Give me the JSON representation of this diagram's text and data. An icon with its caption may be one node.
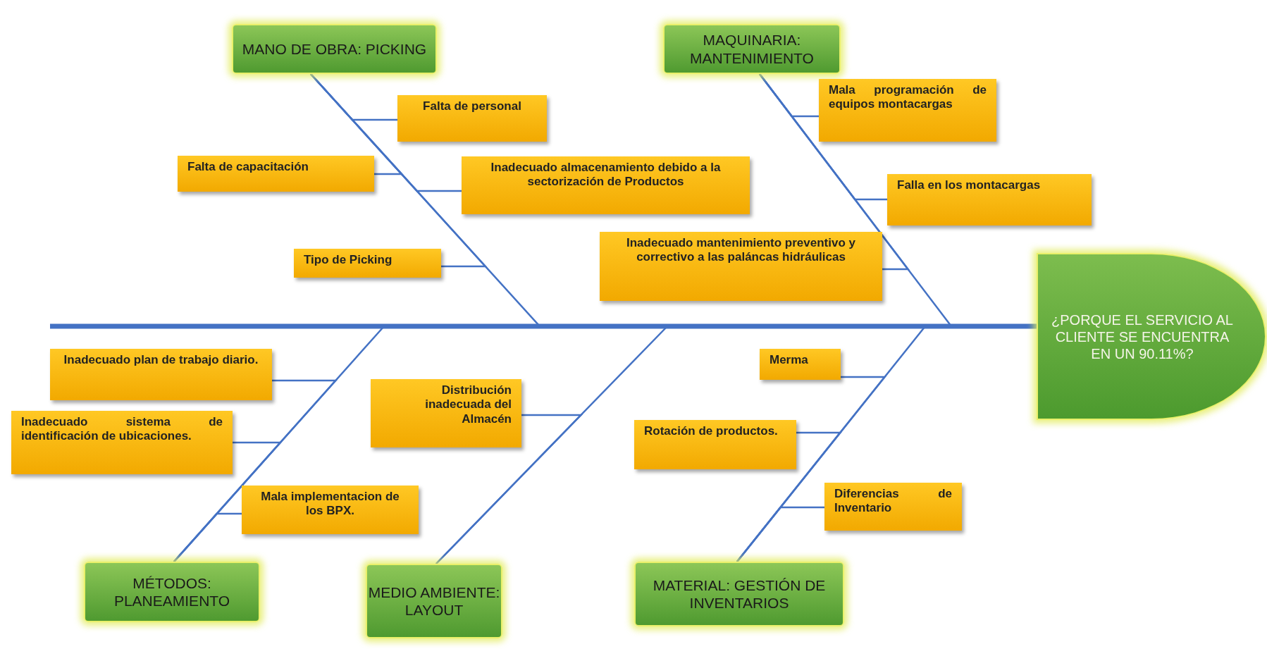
{
  "diagram": {
    "nodes": [
      {
        "text": [
          "MANO DE OBRA: PICKING"
        ]
      },
      {
        "text": [
          "Falta de personal"
        ]
      },
      {
        "text": [
          "Falta de capacitación"
        ]
      },
      {
        "text": [
          "Inadecuado almacenamiento debido a la sectorización de Productos"
        ]
      },
      {
        "text": [
          "Tipo de Picking"
        ]
      },
      {
        "text": [
          "MAQUINARIA: MANTENIMIENTO"
        ]
      },
      {
        "text": [
          "Mala programación de equipos montacargas"
        ]
      },
      {
        "text": [
          "Falla en los montacargas"
        ]
      },
      {
        "text": [
          "Inadecuado mantenimiento preventivo y correctivo a las paláncas hidráulicas"
        ]
      },
      {
        "text": [
          "¿PORQUE EL SERVICIO AL CLIENTE SE ENCUENTRA EN UN 90.11%?"
        ]
      },
      {
        "text": [
          "Inadecuado plan de trabajo diario."
        ]
      },
      {
        "text": [
          "Inadecuado sistema de identificación de ubicaciones."
        ]
      },
      {
        "text": [
          "Mala implementacion de los BPX."
        ]
      },
      {
        "text": [
          "MÉTODOS: PLANEAMIENTO"
        ]
      },
      {
        "text": [
          "Distribución inadecuada del Almacén"
        ]
      },
      {
        "text": [
          "MEDIO AMBIENTE: LAYOUT"
        ]
      },
      {
        "text": [
          "Merma"
        ]
      },
      {
        "text": [
          "Rotación de productos."
        ]
      },
      {
        "text": [
          "Diferencias de Inventario"
        ]
      },
      {
        "text": [
          "MATERIAL: GESTIÓN DE INVENTARIOS"
        ]
      }
    ],
    "edges": [
      {
        "from": null,
        "to": 9,
        "arrow": "none",
        "style": "thick"
      },
      {
        "from": 0,
        "to": null,
        "arrow": "none"
      },
      {
        "from": 5,
        "to": null,
        "arrow": "none"
      },
      {
        "from": 13,
        "to": null,
        "arrow": "none"
      },
      {
        "from": 15,
        "to": null,
        "arrow": "none"
      },
      {
        "from": 19,
        "to": null,
        "arrow": "none"
      },
      {
        "from": 1,
        "to": 0,
        "arrow": "none"
      },
      {
        "from": 2,
        "to": 0,
        "arrow": "none"
      },
      {
        "from": 3,
        "to": 0,
        "arrow": "none"
      },
      {
        "from": 4,
        "to": 0,
        "arrow": "none"
      },
      {
        "from": 6,
        "to": 5,
        "arrow": "none"
      },
      {
        "from": 7,
        "to": 5,
        "arrow": "none"
      },
      {
        "from": 8,
        "to": 5,
        "arrow": "none"
      },
      {
        "from": 10,
        "to": 13,
        "arrow": "none"
      },
      {
        "from": 11,
        "to": 13,
        "arrow": "none"
      },
      {
        "from": 12,
        "to": 13,
        "arrow": "none"
      },
      {
        "from": 14,
        "to": 15,
        "arrow": "none"
      },
      {
        "from": 16,
        "to": 19,
        "arrow": "none"
      },
      {
        "from": 17,
        "to": 19,
        "arrow": "none"
      },
      {
        "from": 18,
        "to": 19,
        "arrow": "none"
      }
    ]
  }
}
